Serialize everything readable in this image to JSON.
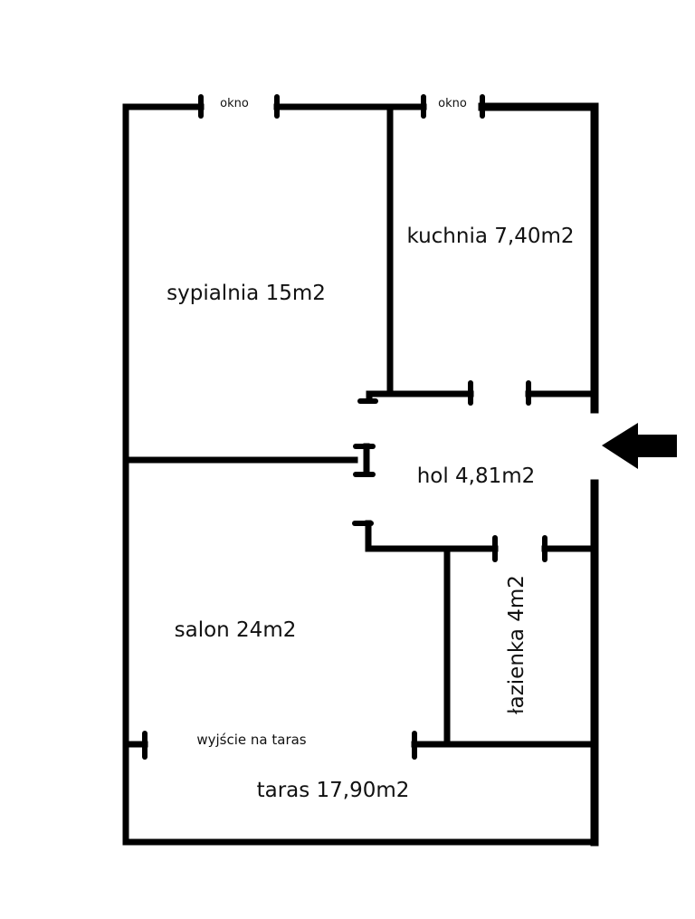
{
  "plan": {
    "windows": [
      "okno",
      "okno"
    ],
    "rooms": {
      "bedroom": "sypialnia 15m2",
      "kitchen": "kuchnia 7,40m2",
      "hall": "hol 4,81m2",
      "living_room": "salon 24m2",
      "bathroom": "łazienka 4m2",
      "terrace": "taras 17,90m2"
    },
    "terrace_exit": "wyjście na taras",
    "entrance_icon": "arrow-left-icon"
  }
}
